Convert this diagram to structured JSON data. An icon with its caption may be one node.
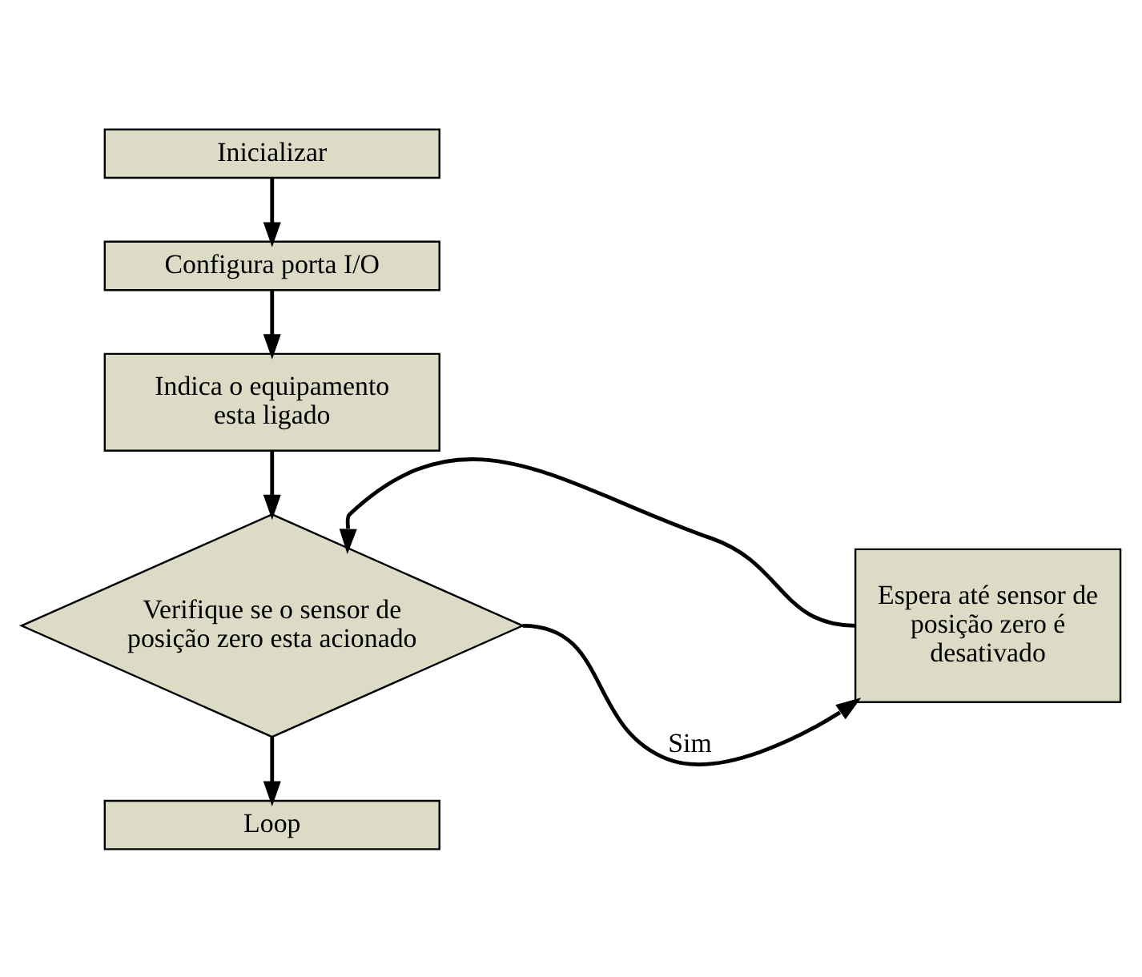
{
  "diagram": {
    "nodes": [
      {
        "text": [
          "Inicializar"
        ]
      },
      {
        "text": [
          "Configura porta I/O"
        ]
      },
      {
        "text": [
          "Indica o equipamento esta ligado"
        ]
      },
      {
        "text": [
          "Verifique se o sensor de posição zero esta acionado"
        ]
      },
      {
        "text": [
          "Espera até sensor de posição zero é desativado"
        ]
      },
      {
        "text": [
          "Loop"
        ]
      }
    ],
    "edges": [
      {
        "from": 0,
        "to": 1,
        "arrow": "to"
      },
      {
        "from": 1,
        "to": 2,
        "arrow": "to"
      },
      {
        "from": 2,
        "to": 3,
        "arrow": "to"
      },
      {
        "from": 3,
        "to": 4,
        "arrow": "to",
        "label": "Sim"
      },
      {
        "from": 4,
        "to": 3,
        "arrow": "to"
      },
      {
        "from": 3,
        "to": 5,
        "arrow": "to"
      }
    ]
  }
}
